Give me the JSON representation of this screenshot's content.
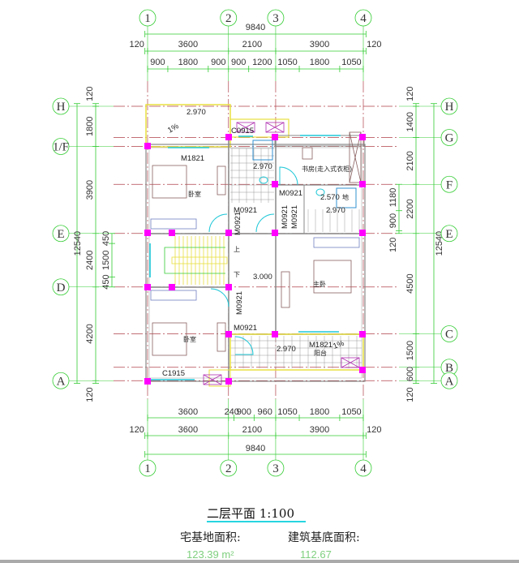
{
  "colors": {
    "dimension": "#33cc33",
    "axis": "#b0404a",
    "column": "#ff00ff",
    "window": "#20c8d8",
    "balcony": "#e8e040",
    "furniture": "#8a6060"
  },
  "axes": {
    "top": [
      "1",
      "2",
      "3",
      "4"
    ],
    "bottom": [
      "1",
      "2",
      "3",
      "4"
    ],
    "left": [
      "H",
      "1/F",
      "E",
      "D",
      "A"
    ],
    "right": [
      "H",
      "G",
      "F",
      "E",
      "C",
      "B",
      "A"
    ]
  },
  "dims": {
    "top_total": [
      "9840"
    ],
    "top_main": [
      "120",
      "3600",
      "2100",
      "3900",
      "120"
    ],
    "top_detail": [
      "900",
      "1800",
      "900",
      "900",
      "1200",
      "1050",
      "1800",
      "1050"
    ],
    "bottom_detail": [
      "3600",
      "240",
      "900",
      "960",
      "1050",
      "1800",
      "1050"
    ],
    "bottom_main": [
      "120",
      "3600",
      "2100",
      "3900",
      "120"
    ],
    "bottom_total": [
      "9840"
    ],
    "left_total": [
      "12540"
    ],
    "left_main": [
      "120",
      "1800",
      "3900",
      "2400",
      "4200",
      "120"
    ],
    "left_stair": [
      "450",
      "1500",
      "450"
    ],
    "right_total": [
      "12540"
    ],
    "right_main": [
      "120",
      "1400",
      "2100",
      "2200",
      "4500",
      "1500",
      "600",
      "120"
    ],
    "right_detail": [
      "1180",
      "900",
      "120"
    ]
  },
  "annotations": {
    "elev_balcony_top": "2.970",
    "slope_top": "1%",
    "door_m1821_top": "M1821",
    "window_c0915": "C0915",
    "elev_bath1": "2.970",
    "study": "书房(走入式衣柜)",
    "door_m0921_a": "M0921",
    "elev_bath2a": "2.570",
    "floor_drain": "地",
    "elev_bath2b": "2.970",
    "bedroom_top": "卧室",
    "door_m0921_b": "M0921",
    "door_m0921_c": "M0921",
    "door_m0921_d": "M0921",
    "door_m0921_e": "M0921",
    "stair_up": "上",
    "stair_down": "下",
    "elev_stair": "3.000",
    "master_bedroom": "主卧",
    "door_m0921_f": "M0921",
    "door_m0921_g": "M0921",
    "bedroom_bottom": "卧室",
    "door_m1821_bottom": "M1821",
    "slope_bottom": "1%",
    "balcony": "阳台",
    "elev_balcony_bottom": "2.970",
    "window_c1915": "C1915"
  },
  "footer": {
    "title": "二层平面  1:100",
    "site_area_label": "宅基地面积:",
    "site_area_value": "123.39 m²",
    "building_area_label": "建筑基底面积:",
    "building_area_value": "112.67"
  }
}
